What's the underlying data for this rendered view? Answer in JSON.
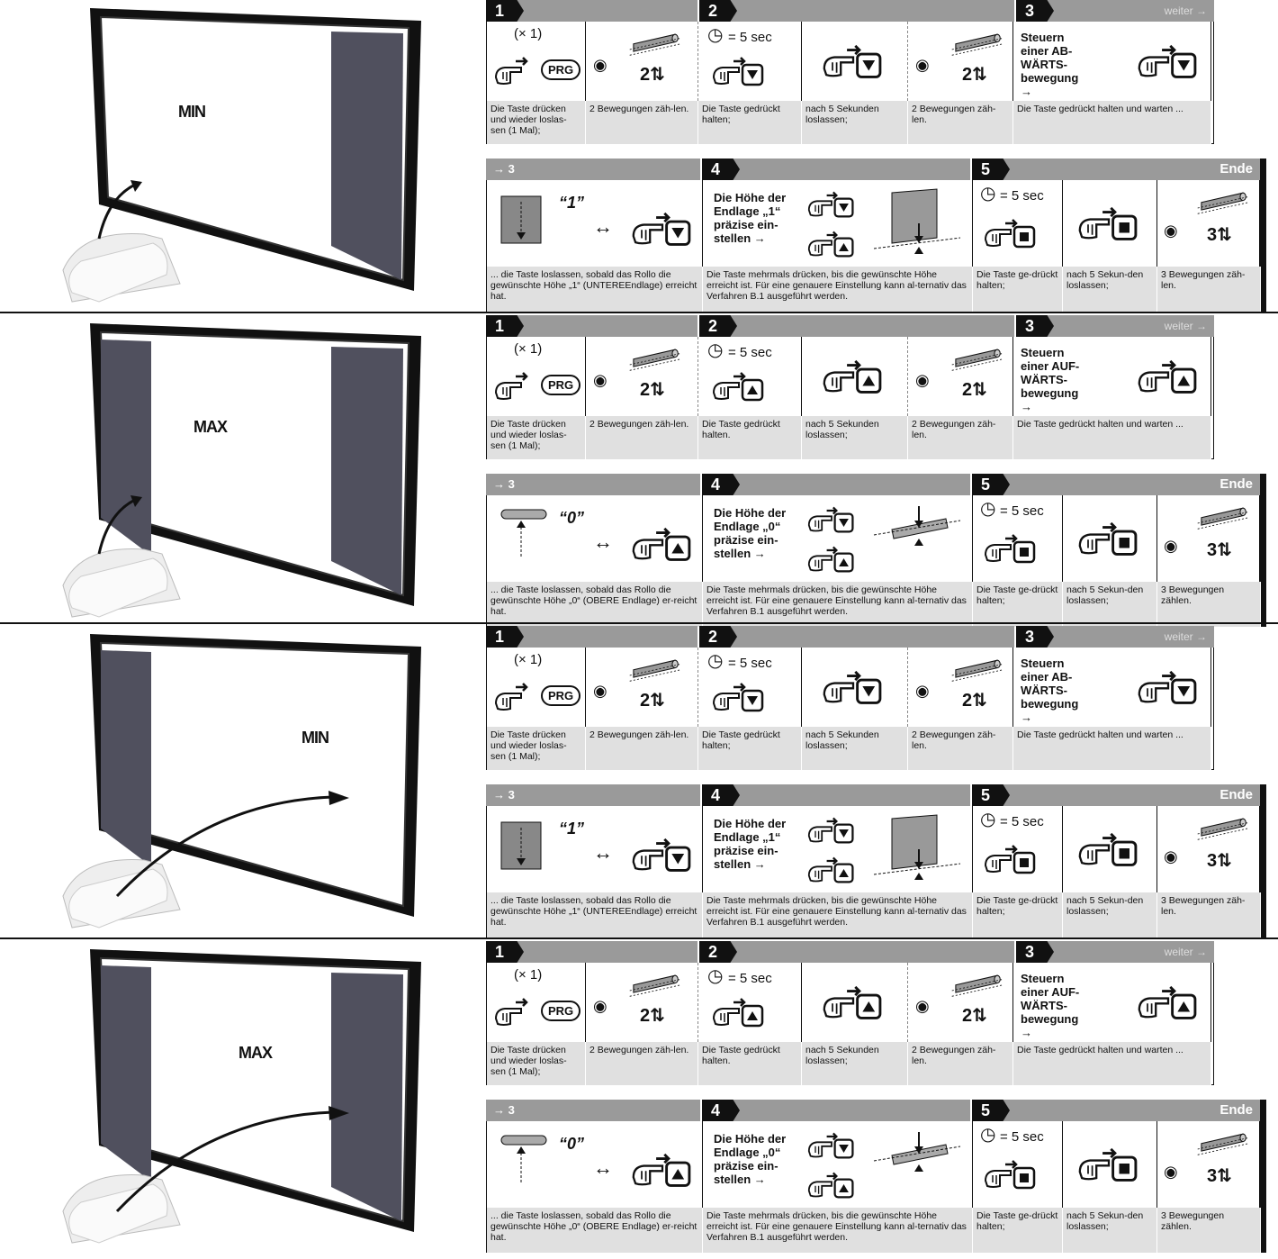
{
  "sections": [
    {
      "screen_label": "MIN",
      "top_row": {
        "steps": [
          "1",
          "2",
          "3"
        ],
        "weiter": "weiter →",
        "step1_count": "(× 1)",
        "step1_button": "PRG",
        "count_2": "2⇅",
        "timer": "= 5 sec",
        "step3_title": "Steuern einer AB-WÄRTS-bewegung →",
        "desc": [
          "Die Taste drücken und wieder loslas-sen (1 Mal);",
          "2 Bewegungen zäh-len.",
          "Die Taste gedrückt halten;",
          "nach 5 Sekunden loslassen;",
          "2 Bewegungen zäh-len.",
          "Die Taste gedrückt halten und warten ..."
        ]
      },
      "bottom_row": {
        "arrow_label": "→ 3",
        "steps": [
          "4",
          "5"
        ],
        "ende": "Ende",
        "height_mark": "“1”",
        "double_arrow": "↔",
        "step4_title": "Die Höhe der Endlage „1“ präzise ein-stellen →",
        "timer": "= 5 sec",
        "count_3": "3⇅",
        "desc": [
          "... die Taste loslassen, sobald das Rollo die gewünschte Höhe „1“ (UNTEREEndlage) erreicht hat.",
          "Die Taste mehrmals drücken, bis die gewünschte Höhe erreicht ist. Für eine genauere Einstellung kann al-ternativ das Verfahren B.1 ausgeführt werden.",
          "Die Taste ge-drückt halten;",
          "nach 5 Sekun-den loslassen;",
          "3 Bewegungen zäh-len."
        ]
      }
    },
    {
      "screen_label": "MAX",
      "top_row": {
        "steps": [
          "1",
          "2",
          "3"
        ],
        "weiter": "weiter →",
        "step1_count": "(× 1)",
        "step1_button": "PRG",
        "count_2": "2⇅",
        "timer": "= 5 sec",
        "step3_title": "Steuern einer AUF-WÄRTS-bewegung →",
        "desc": [
          "Die Taste drücken und wieder loslas-sen (1 Mal);",
          "2 Bewegungen zäh-len.",
          "Die Taste gedrückt halten.",
          "nach 5 Sekunden loslassen;",
          "2 Bewegungen zäh-len.",
          "Die Taste gedrückt halten und warten ..."
        ]
      },
      "bottom_row": {
        "arrow_label": "→ 3",
        "steps": [
          "4",
          "5"
        ],
        "ende": "Ende",
        "height_mark": "“0”",
        "double_arrow": "↔",
        "step4_title": "Die Höhe der Endlage „0“ präzise ein-stellen →",
        "timer": "= 5 sec",
        "count_3": "3⇅",
        "desc": [
          "... die Taste loslassen, sobald das Rollo die gewünschte Höhe „0“ (OBERE Endlage) er-reicht hat.",
          "Die Taste mehrmals drücken, bis die gewünschte Höhe erreicht ist. Für eine genauere Einstellung kann al-ternativ das Verfahren B.1 ausgeführt werden.",
          "Die Taste ge-drückt halten;",
          "nach 5 Sekun-den loslassen;",
          "3 Bewegungen zählen."
        ]
      }
    },
    {
      "screen_label": "MIN",
      "top_row": {
        "steps": [
          "1",
          "2",
          "3"
        ],
        "weiter": "weiter →",
        "step1_count": "(× 1)",
        "step1_button": "PRG",
        "count_2": "2⇅",
        "timer": "= 5 sec",
        "step3_title": "Steuern einer AB-WÄRTS-bewegung →",
        "desc": [
          "Die Taste drücken und wieder loslas-sen (1 Mal);",
          "2 Bewegungen zäh-len.",
          "Die Taste gedrückt halten;",
          "nach 5 Sekunden loslassen;",
          "2 Bewegungen zäh-len.",
          "Die Taste gedrückt halten und warten ..."
        ]
      },
      "bottom_row": {
        "arrow_label": "→ 3",
        "steps": [
          "4",
          "5"
        ],
        "ende": "Ende",
        "height_mark": "“1”",
        "double_arrow": "↔",
        "step4_title": "Die Höhe der Endlage „1“ präzise ein-stellen →",
        "timer": "= 5 sec",
        "count_3": "3⇅",
        "desc": [
          "... die Taste loslassen, sobald das Rollo die gewünschte Höhe „1“ (UNTEREEndlage) erreicht hat.",
          "Die Taste mehrmals drücken, bis die gewünschte Höhe erreicht ist. Für eine genauere Einstellung kann al-ternativ das Verfahren B.1 ausgeführt werden.",
          "Die Taste ge-drückt halten;",
          "nach 5 Sekun-den loslassen;",
          "3 Bewegungen zäh-len."
        ]
      }
    },
    {
      "screen_label": "MAX",
      "top_row": {
        "steps": [
          "1",
          "2",
          "3"
        ],
        "weiter": "weiter →",
        "step1_count": "(× 1)",
        "step1_button": "PRG",
        "count_2": "2⇅",
        "timer": "= 5 sec",
        "step3_title": "Steuern einer AUF-WÄRTS-bewegung →",
        "desc": [
          "Die Taste drücken und wieder loslas-sen (1 Mal);",
          "2 Bewegungen zäh-len.",
          "Die Taste gedrückt halten.",
          "nach 5 Sekunden loslassen;",
          "2 Bewegungen zäh-len.",
          "Die Taste gedrückt halten und warten ..."
        ]
      },
      "bottom_row": {
        "arrow_label": "→ 3",
        "steps": [
          "4",
          "5"
        ],
        "ende": "Ende",
        "height_mark": "“0”",
        "double_arrow": "↔",
        "step4_title": "Die Höhe der Endlage „0“ präzise ein-stellen →",
        "timer": "= 5 sec",
        "count_3": "3⇅",
        "desc": [
          "... die Taste loslassen, sobald das Rollo die gewünschte Höhe „0“ (OBERE Endlage) er-reicht hat.",
          "Die Taste mehrmals drücken, bis die gewünschte Höhe erreicht ist. Für eine genauere Einstellung kann al-ternativ das Verfahren B.1 ausgeführt werden.",
          "Die Taste ge-drückt halten;",
          "nach 5 Sekun-den loslassen;",
          "3 Bewegungen zählen."
        ]
      }
    }
  ]
}
